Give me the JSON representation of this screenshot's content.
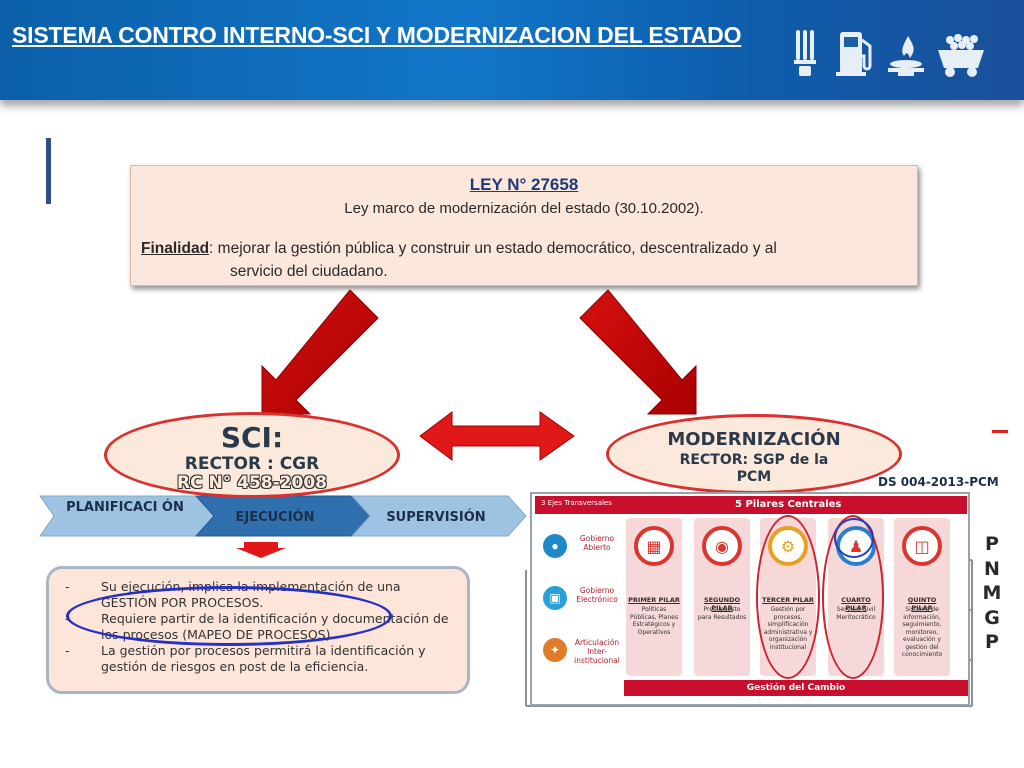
{
  "header": {
    "title": "SISTEMA CONTRO INTERNO-SCI  Y MODERNIZACION DEL ESTADO",
    "icons": [
      "light-bulb-icon",
      "fuel-pump-icon",
      "gas-flame-icon",
      "mining-cart-icon"
    ]
  },
  "law": {
    "title": "LEY N° 27658",
    "subtitle": "Ley marco de modernización del estado (30.10.2002).",
    "purpose_label": "Finalidad",
    "purpose_line1": ": mejorar la gestión pública y construir un estado democrático, descentralizado y al",
    "purpose_line2": "servicio del ciudadano."
  },
  "sci": {
    "title": "SCI:",
    "rector": "RECTOR : CGR",
    "rc": "RC N° 458-2008"
  },
  "modernizacion": {
    "title": "MODERNIZACIÓN",
    "rector_line1": "RECTOR: SGP de la",
    "rector_line2": "PCM"
  },
  "process_steps": [
    "PLANIFICACI ÓN",
    "EJECUCIÓN",
    "SUPERVISIÓN"
  ],
  "execution_notes": [
    "Su ejecución, implica la implementación de una GESTIÓN POR PROCESOS.",
    "Requiere partir de la identificación y documentación de los procesos (MAPEO DE PROCESOS)",
    "La gestión por procesos permitirá la identificación y gestión de riesgos en post de la eficiencia."
  ],
  "pcm": {
    "decree": "DS 004-2013-PCM",
    "axes_header": "3 Ejes Transversales",
    "pillars_header": "5 Pilares Centrales",
    "axes": [
      {
        "label": "Gobierno Abierto",
        "icon": "people-icon",
        "color": "#1e88c8"
      },
      {
        "label": "Gobierno Electrónico",
        "icon": "monitor-icon",
        "color": "#2a9fd8"
      },
      {
        "label": "Articulación Inter-institucional",
        "icon": "network-icon",
        "color": "#e07b2a"
      }
    ],
    "pillars": [
      {
        "title": "PRIMER PILAR",
        "desc": "Políticas Públicas, Planes Estratégicos y Operativos",
        "icon": "books-icon"
      },
      {
        "title": "SEGUNDO PILAR",
        "desc": "Presupuesto para Resultados",
        "icon": "money-icon"
      },
      {
        "title": "TERCER PILAR",
        "desc": "Gestión por procesos, simplificación administrativa y organización institucional",
        "icon": "gears-icon"
      },
      {
        "title": "CUARTO PILAR",
        "desc": "Servicio Civil Meritocrático",
        "icon": "team-icon"
      },
      {
        "title": "QUINTO PILAR",
        "desc": "Sistema de información, seguimiento, monitoreo, evaluación y gestión del conocimiento",
        "icon": "devices-icon"
      }
    ],
    "footer": "Gestión del Cambio",
    "acronym_letters": [
      "P",
      "N",
      "M",
      "G",
      "P"
    ]
  },
  "colors": {
    "header_blue": "#0b5fa8",
    "accent_red": "#c8102e",
    "arrow_red": "#cc0000",
    "highlight_blue": "#2630c4"
  }
}
